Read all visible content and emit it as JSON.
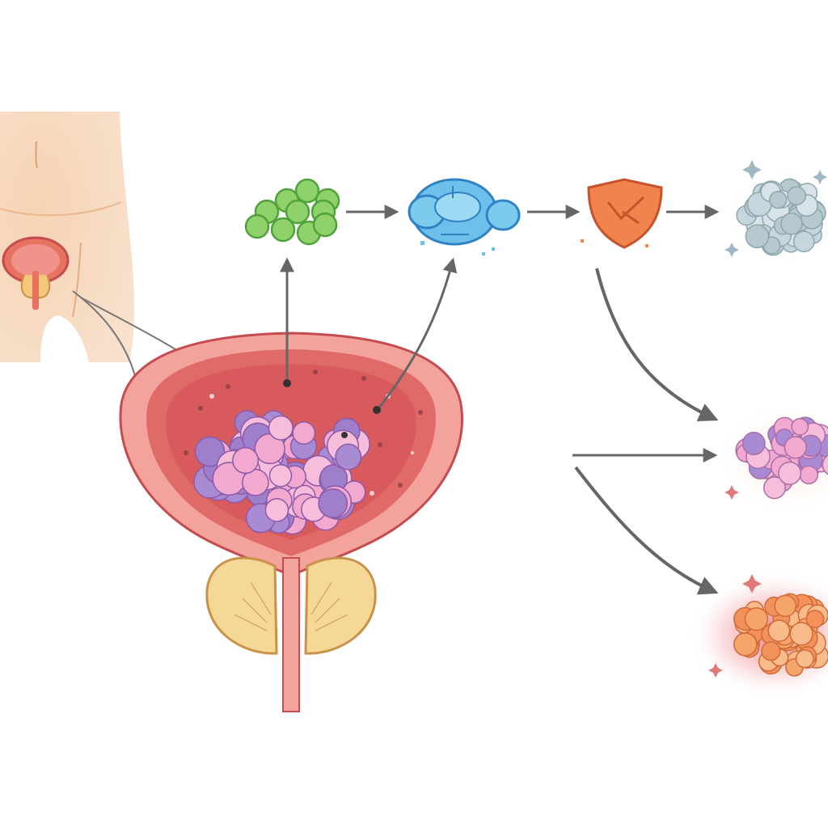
{
  "diagram": {
    "labels": [],
    "colors": {
      "skin": "#f6d3b4",
      "skin_shade": "#e9b790",
      "tissue": "#e06a68",
      "tissue_dark": "#c44b4f",
      "tissue_light": "#f3a39c",
      "gland": "#f5d796",
      "gland_line": "#c89a55",
      "tumor_pink": "#f3a9cf",
      "tumor_purple": "#a98bd3",
      "cluster_green": "#8fd16a",
      "cluster_green_edge": "#4fa33a",
      "cluster_blue": "#6ec0ea",
      "cluster_blue_edge": "#2f83c4",
      "shield": "#f0834e",
      "shield_edge": "#c8532a",
      "cluster_gray": "#c5d6dc",
      "cluster_orange": "#f6a56a",
      "glow_red": "#e44b55",
      "arrow": "#666666"
    },
    "nodes": [
      {
        "id": "body-torso",
        "icon": "torso-icon"
      },
      {
        "id": "prostate-cross-section",
        "icon": "prostate-icon"
      },
      {
        "id": "tumor-mass",
        "icon": "tumor-cluster-icon"
      },
      {
        "id": "green-cell-cluster",
        "icon": "green-cluster-icon"
      },
      {
        "id": "blue-cell-cluster",
        "icon": "blue-cluster-icon"
      },
      {
        "id": "shield",
        "icon": "shield-icon"
      },
      {
        "id": "gray-cell-cluster",
        "icon": "gray-cluster-icon"
      },
      {
        "id": "pink-purple-cell-cluster",
        "icon": "pink-cluster-icon"
      },
      {
        "id": "orange-cell-cluster",
        "icon": "orange-cluster-icon"
      }
    ],
    "edges": [
      {
        "from": "prostate-cross-section",
        "to": "green-cell-cluster"
      },
      {
        "from": "prostate-cross-section",
        "to": "blue-cell-cluster"
      },
      {
        "from": "green-cell-cluster",
        "to": "blue-cell-cluster"
      },
      {
        "from": "blue-cell-cluster",
        "to": "shield"
      },
      {
        "from": "shield",
        "to": "gray-cell-cluster"
      },
      {
        "from": "shield",
        "to": "pink-purple-cell-cluster"
      },
      {
        "from": "prostate-cross-section",
        "to": "pink-purple-cell-cluster"
      },
      {
        "from": "prostate-cross-section",
        "to": "orange-cell-cluster"
      }
    ]
  }
}
